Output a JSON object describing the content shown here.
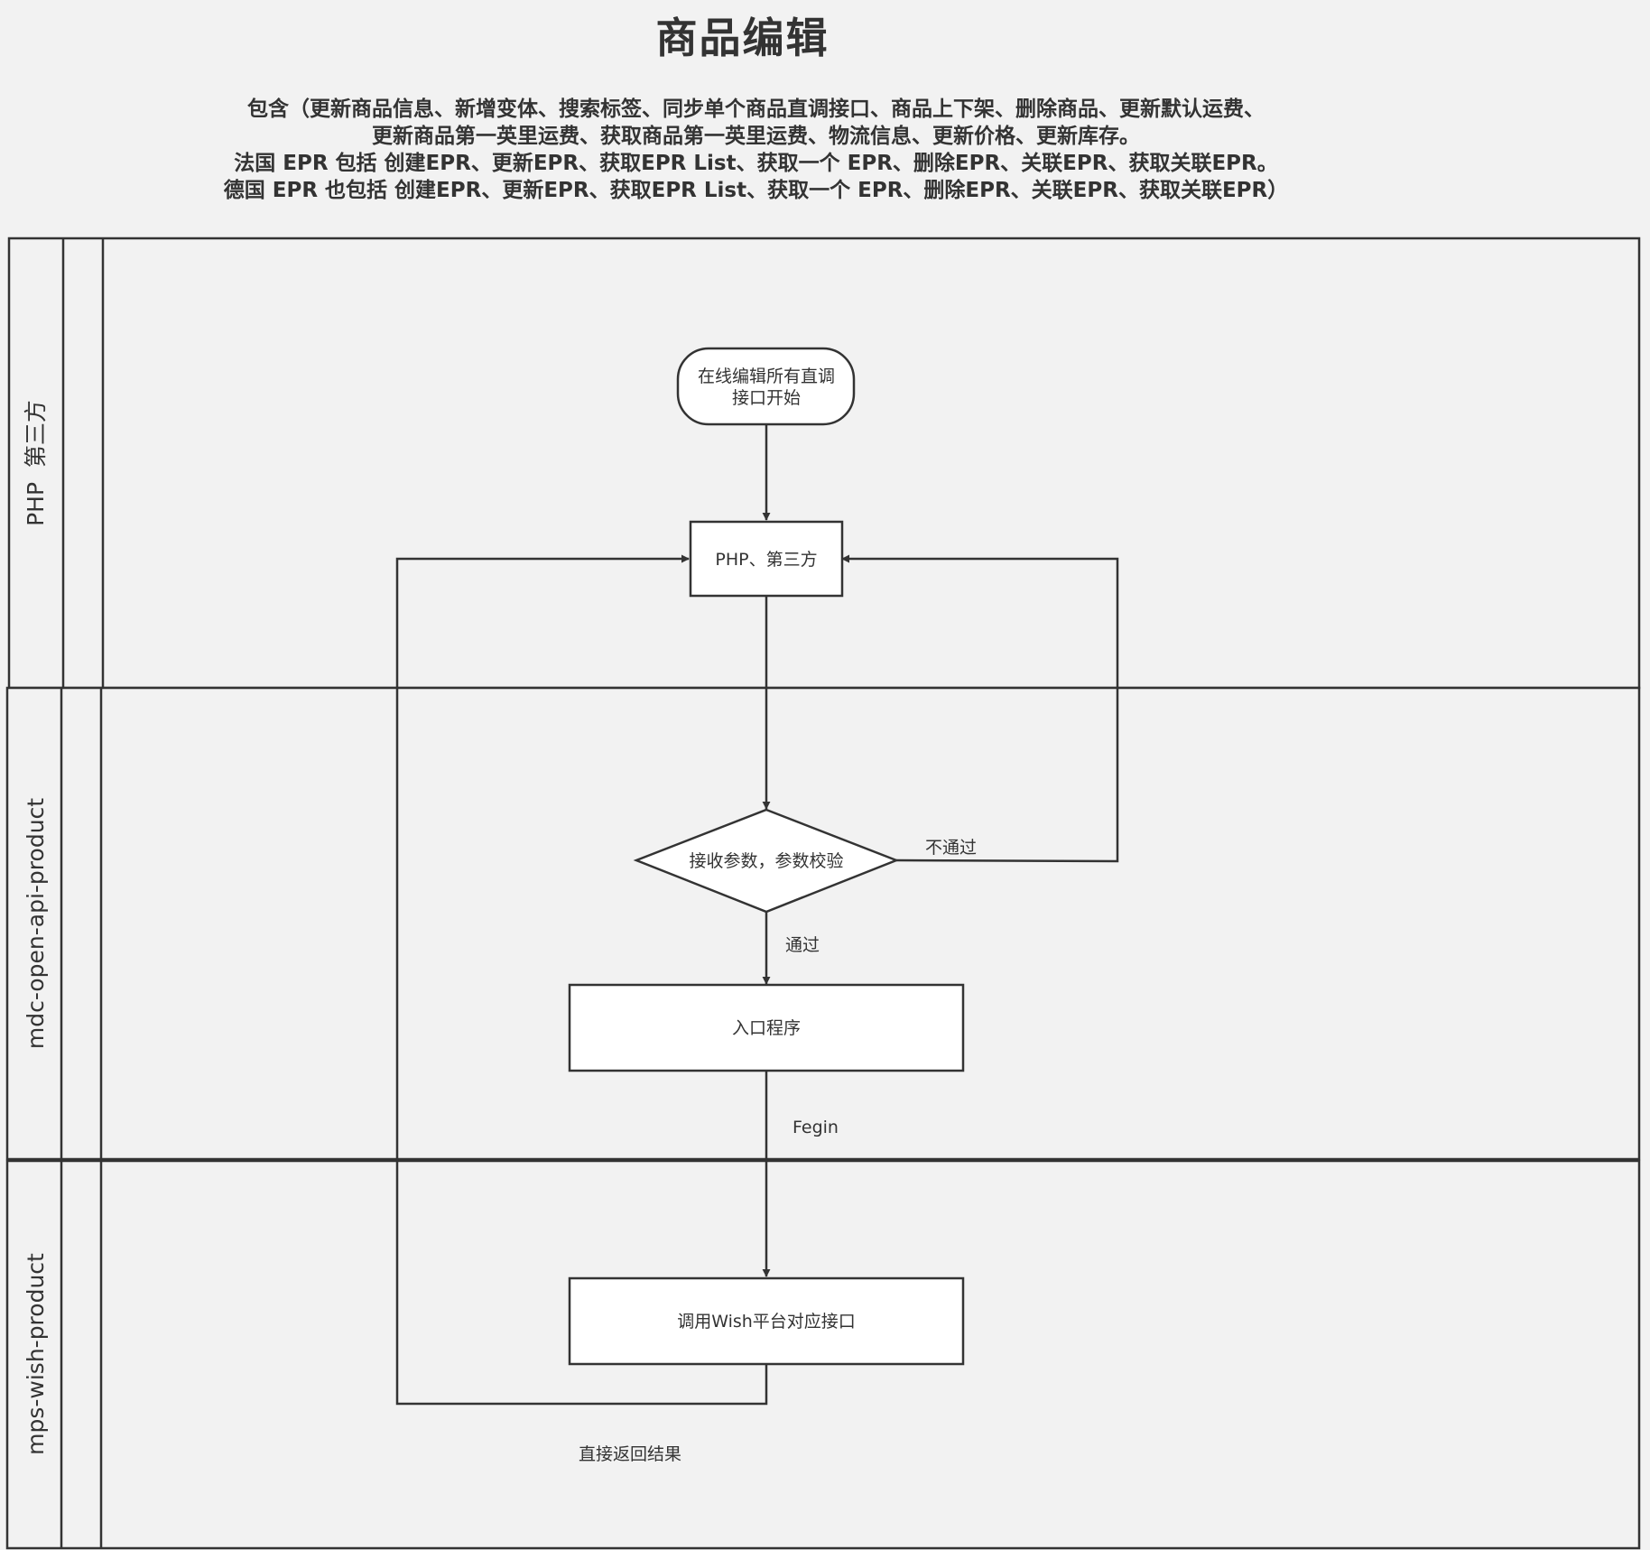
{
  "title": "商品编辑",
  "subtitle_lines": [
    "包含（更新商品信息、新增变体、搜索标签、同步单个商品直调接口、商品上下架、删除商品、更新默认运费、",
    "更新商品第一英里运费、获取商品第一英里运费、物流信息、更新价格、更新库存。",
    "法国 EPR 包括 创建EPR、更新EPR、获取EPR List、获取一个 EPR、删除EPR、关联EPR、获取关联EPR。",
    "德国 EPR 也包括 创建EPR、更新EPR、获取EPR List、获取一个 EPR、删除EPR、关联EPR、获取关联EPR）"
  ],
  "lanes": [
    {
      "label": "PHP  第三方"
    },
    {
      "label": "mdc-open-api-product"
    },
    {
      "label": "mps-wish-product"
    }
  ],
  "nodes": {
    "start": {
      "lines": [
        "在线编辑所有直调",
        "接口开始"
      ]
    },
    "php": {
      "text": "PHP、第三方"
    },
    "validate": {
      "text": "接收参数，参数校验"
    },
    "entry": {
      "text": "入口程序"
    },
    "wish": {
      "text": "调用Wish平台对应接口"
    }
  },
  "edge_labels": {
    "reject": "不通过",
    "pass": "通过",
    "fegin": "Fegin",
    "return": "直接返回结果"
  },
  "colors": {
    "background": "#f2f2f2",
    "stroke": "#333333",
    "node_fill": "#ffffff",
    "text": "#333333"
  }
}
